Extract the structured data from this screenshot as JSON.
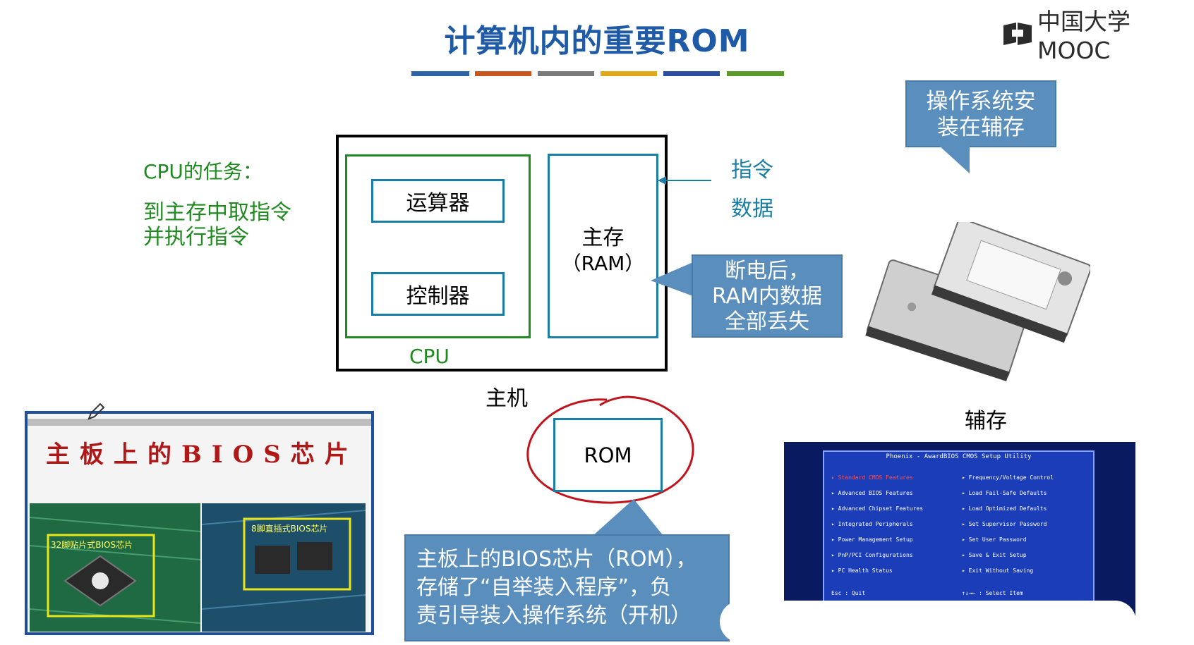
{
  "title": "计算机内的重要ROM",
  "logo": {
    "text": "中国大学MOOC"
  },
  "title_bar_colors": [
    "#2d64a8",
    "#c8561e",
    "#7a7a7a",
    "#e0a81a",
    "#2b4ea0",
    "#5b9a2a"
  ],
  "cpu_task": {
    "title": "CPU的任务：",
    "line1": "到主存中取指令",
    "line2": "并执行指令"
  },
  "host": {
    "alu": "运算器",
    "controller": "控制器",
    "cpu_label": "CPU",
    "ram_line1": "主存",
    "ram_line2": "（RAM）",
    "host_label": "主机"
  },
  "inputs": {
    "instruction": "指令",
    "data": "数据"
  },
  "callouts": {
    "os_line1": "操作系统安",
    "os_line2": "装在辅存",
    "ram_line1": "断电后，",
    "ram_line2": "RAM内数据",
    "ram_line3": "全部丢失",
    "bios_line1": "主板上的BIOS芯片（ROM），",
    "bios_line2": "存储了“自举装入程序”，负",
    "bios_line3": "责引导装入操作系统（开机）"
  },
  "rom": {
    "label": "ROM"
  },
  "storage": {
    "label": "辅存"
  },
  "bios_panel": {
    "title": "主板上的BIOS芯片",
    "chip1_label": "32脚贴片式BIOS芯片",
    "chip2_label": "8脚直插式BIOS芯片"
  },
  "bios_screen": {
    "header": "Phoenix - AwardBIOS CMOS Setup Utility",
    "left_items": [
      "Standard CMOS Features",
      "Advanced BIOS Features",
      "Advanced Chipset Features",
      "Integrated Peripherals",
      "Power Management Setup",
      "PnP/PCI Configurations",
      "PC Health Status"
    ],
    "right_items": [
      "Frequency/Voltage Control",
      "Load Fail-Safe Defaults",
      "Load Optimized Defaults",
      "Set Supervisor Password",
      "Set User Password",
      "Save & Exit Setup",
      "Exit Without Saving"
    ],
    "footer_left": "Esc : Quit",
    "footer_right": "↑↓→← : Select Item"
  },
  "colors": {
    "accent_blue": "#1a7fa6",
    "cpu_green": "#1f8a1f",
    "callout_bg": "#5a8ebd",
    "rom_circle": "#c0141c"
  }
}
